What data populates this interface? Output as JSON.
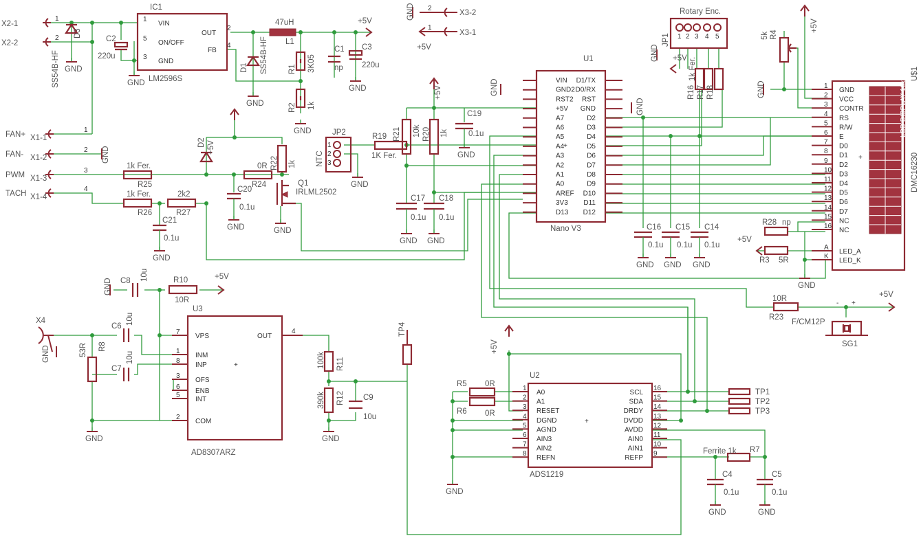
{
  "parts": {
    "ic1": {
      "ref": "IC1",
      "value": "LM2596S",
      "pins": [
        "VIN",
        "ON/OFF",
        "GND",
        "OUT",
        "FB"
      ],
      "pin_numbers": [
        "1",
        "5",
        "3",
        "2",
        "4"
      ]
    },
    "u1": {
      "ref": "U1",
      "value": "Nano V3",
      "left_pins": [
        "VIN",
        "GND2",
        "RST2",
        "+5V",
        "A7",
        "A6",
        "A5",
        "A4",
        "A3",
        "A2",
        "A1",
        "A0",
        "AREF",
        "3V3",
        "D13"
      ],
      "right_pins": [
        "D1/TX",
        "D0/RX",
        "RST",
        "GND",
        "D2",
        "D3",
        "D4",
        "D5",
        "D6",
        "D7",
        "D8",
        "D9",
        "D10",
        "D11",
        "D12"
      ]
    },
    "u2": {
      "ref": "U2",
      "value": "ADS1219",
      "left_pins": [
        "A0",
        "A1",
        "RESET",
        "DGND",
        "AGND",
        "AIN3",
        "AIN2",
        "REFN"
      ],
      "left_numbers": [
        "1",
        "2",
        "3",
        "4",
        "5",
        "6",
        "7",
        "8"
      ],
      "right_pins": [
        "SCL",
        "SDA",
        "DRDY",
        "DVDD",
        "AVDD",
        "AIN0",
        "AIN1",
        "REFP"
      ],
      "right_numbers": [
        "16",
        "15",
        "14",
        "13",
        "12",
        "11",
        "10",
        "9"
      ]
    },
    "u3": {
      "ref": "U3",
      "value": "AD8307ARZ",
      "left_pins": [
        "VPS",
        "INM",
        "INP",
        "OFS",
        "ENB",
        "INT",
        "COM"
      ],
      "left_numbers": [
        "7",
        "1",
        "8",
        "3",
        "6",
        "5",
        "2"
      ],
      "right_pins": [
        "OUT"
      ],
      "right_numbers": [
        "4"
      ]
    },
    "lcd": {
      "ref": "U$1",
      "value": "DMC16230",
      "label": "LCD DISPLAY 16x2",
      "pins": [
        "GND",
        "VCC",
        "CONTR",
        "RS",
        "R/W",
        "E",
        "D0",
        "D1",
        "D2",
        "D3",
        "D4",
        "D5",
        "D6",
        "D7",
        "NC",
        "NC",
        "LED_A",
        "LED_K"
      ],
      "pin_numbers": [
        "1",
        "2",
        "3",
        "4",
        "5",
        "6",
        "7",
        "8",
        "9",
        "10",
        "11",
        "12",
        "13",
        "14",
        "15",
        "16",
        "A",
        "K"
      ]
    },
    "jp2": {
      "ref": "JP2",
      "value": "NTC",
      "pins": [
        "1",
        "2",
        "3"
      ]
    },
    "jp1": {
      "ref": "JP1",
      "value": "Rotary Enc.",
      "pins": [
        "1",
        "2",
        "3",
        "4",
        "5"
      ]
    },
    "sg1": {
      "ref": "SG1",
      "value": "F/CM12P"
    },
    "q1": {
      "ref": "Q1",
      "value": "IRLML2502"
    },
    "l1": {
      "ref": "L1",
      "value": "47uH"
    },
    "d1": {
      "ref": "D1",
      "value": "SS54B-HF"
    },
    "d3": {
      "ref": "D3",
      "value": "SS54B-HF"
    },
    "d2": {
      "ref": "D2"
    },
    "r1": {
      "ref": "R1",
      "value": "3K05"
    },
    "r2": {
      "ref": "R2",
      "value": "1k"
    },
    "r3": {
      "ref": "R3",
      "value": "5R"
    },
    "r4": {
      "ref": "R4",
      "value": "5k"
    },
    "r5": {
      "ref": "R5",
      "value": "0R"
    },
    "r6": {
      "ref": "R6",
      "value": "0R"
    },
    "r7": {
      "ref": "R7",
      "value": "Ferrite 1k"
    },
    "r8": {
      "ref": "R8",
      "value": "53R"
    },
    "r10": {
      "ref": "R10",
      "value": "10R"
    },
    "r11": {
      "ref": "R11",
      "value": "100k"
    },
    "r12": {
      "ref": "R12",
      "value": "390k"
    },
    "r16": {
      "ref": "R16",
      "value": "1k Fer."
    },
    "r17": {
      "ref": "R17"
    },
    "r18": {
      "ref": "R18"
    },
    "r19": {
      "ref": "R19",
      "value": "1K Fer."
    },
    "r20": {
      "ref": "R20",
      "value": "1k"
    },
    "r21": {
      "ref": "R21",
      "value": "10k"
    },
    "r22": {
      "ref": "R22",
      "value": "1k"
    },
    "r23": {
      "ref": "R23",
      "value": "10R"
    },
    "r24": {
      "ref": "R24",
      "value": "0R"
    },
    "r25": {
      "ref": "R25",
      "value": "1k Fer."
    },
    "r26": {
      "ref": "R26",
      "value": "1k Fer."
    },
    "r27": {
      "ref": "R27",
      "value": "2k2"
    },
    "r28": {
      "ref": "R28",
      "value": "np"
    },
    "c1": {
      "ref": "C1",
      "value": "np"
    },
    "c2": {
      "ref": "C2",
      "value": "220u"
    },
    "c3": {
      "ref": "C3",
      "value": "220u"
    },
    "c4": {
      "ref": "C4",
      "value": "0.1u"
    },
    "c5": {
      "ref": "C5",
      "value": "0.1u"
    },
    "c6": {
      "ref": "C6",
      "value": "10u"
    },
    "c7": {
      "ref": "C7",
      "value": "10u"
    },
    "c8": {
      "ref": "C8",
      "value": "10u"
    },
    "c9": {
      "ref": "C9",
      "value": "10u"
    },
    "c14": {
      "ref": "C14",
      "value": "0.1u"
    },
    "c15": {
      "ref": "C15",
      "value": "0.1u"
    },
    "c16": {
      "ref": "C16",
      "value": "0.1u"
    },
    "c17": {
      "ref": "C17",
      "value": "0.1u"
    },
    "c18": {
      "ref": "C18",
      "value": "0.1u"
    },
    "c19": {
      "ref": "C19",
      "value": "0.1u"
    },
    "c20": {
      "ref": "C20",
      "value": "0.1u"
    },
    "c21": {
      "ref": "C21",
      "value": "0.1u"
    }
  },
  "connectors": {
    "x2_1": "X2-1",
    "x2_2": "X2-2",
    "x2_pin1": "1",
    "x2_pin2": "2",
    "x1_1": "X1-1",
    "x1_2": "X1-2",
    "x1_3": "X1-3",
    "x1_4": "X1-4",
    "x1_pins": [
      "1",
      "2",
      "3",
      "4"
    ],
    "x3_1": "X3-1",
    "x3_2": "X3-2",
    "x3_pin1": "1",
    "x3_pin2": "2",
    "x4": "X4",
    "tp1": "TP1",
    "tp2": "TP2",
    "tp3": "TP3",
    "tp4": "TP4"
  },
  "nets": {
    "fan_plus": "FAN+",
    "fan_minus": "FAN-",
    "pwm": "PWM",
    "tach": "TACH",
    "vcc": "+5V",
    "gnd": "GND"
  }
}
